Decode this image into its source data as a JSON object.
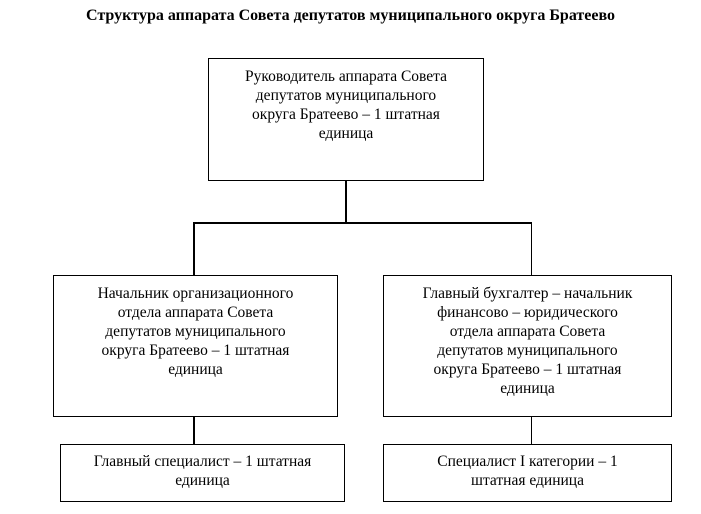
{
  "title": "Структура аппарата Совета депутатов муниципального округа Братеево",
  "colors": {
    "background": "#ffffff",
    "border": "#000000",
    "text": "#000000"
  },
  "diagram": {
    "type": "org-chart",
    "nodes": {
      "head_of_staff": {
        "id": "head-of-staff",
        "text": "Руководитель аппарата Совета\nдепутатов муниципального\nокруга Братеево – 1 штатная\nединица"
      },
      "org_dept_head": {
        "id": "org-dept-head",
        "text": "Начальник организационного\nотдела аппарата Совета\nдепутатов муниципального\nокруга Братеево – 1 штатная\nединица"
      },
      "chief_accountant": {
        "id": "chief-accountant",
        "text": "Главный бухгалтер – начальник\nфинансово – юридического\nотдела аппарата Совета\nдепутатов муниципального\nокруга Братеево – 1 штатная\nединица"
      },
      "chief_specialist": {
        "id": "chief-specialist",
        "text": "Главный специалист – 1 штатная\nединица"
      },
      "specialist_1st_category": {
        "id": "specialist-1st-category",
        "text": "Специалист I категории – 1\nштатная единица"
      }
    },
    "edges": [
      {
        "from": "head-of-staff",
        "to": "org-dept-head"
      },
      {
        "from": "head-of-staff",
        "to": "chief-accountant"
      },
      {
        "from": "org-dept-head",
        "to": "chief-specialist"
      },
      {
        "from": "chief-accountant",
        "to": "specialist-1st-category"
      }
    ]
  }
}
